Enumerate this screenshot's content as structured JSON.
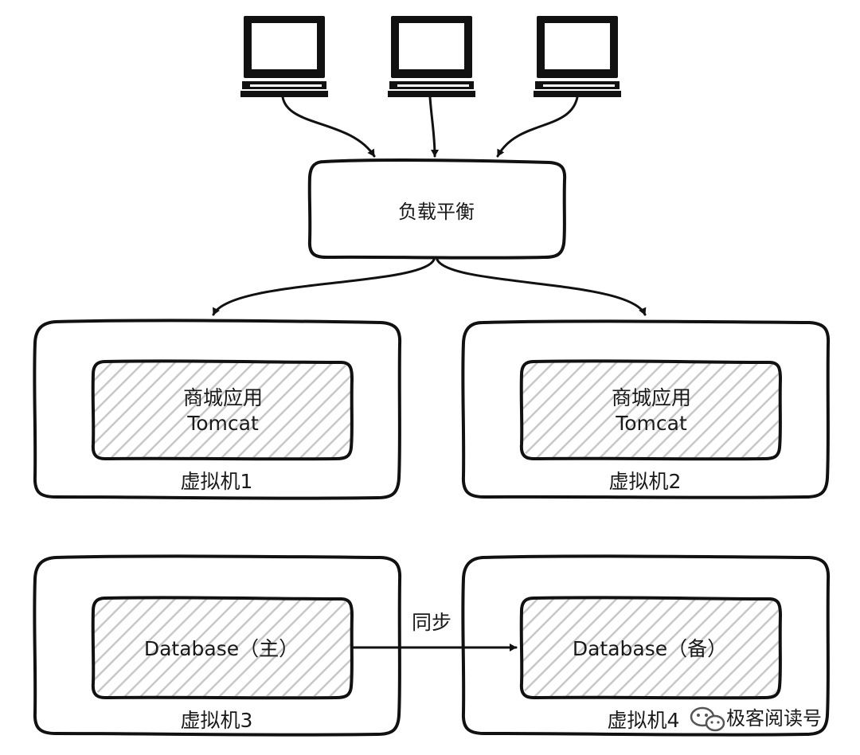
{
  "clients": [
    {
      "name": "client-computer-1",
      "icon": "desktop-computer-icon"
    },
    {
      "name": "client-computer-2",
      "icon": "desktop-computer-icon"
    },
    {
      "name": "client-computer-3",
      "icon": "desktop-computer-icon"
    }
  ],
  "load_balancer": {
    "label": "负载平衡"
  },
  "app_vms": [
    {
      "vm_label": "虚拟机1",
      "app_label": "商城应用",
      "app_sub": "Tomcat"
    },
    {
      "vm_label": "虚拟机2",
      "app_label": "商城应用",
      "app_sub": "Tomcat"
    }
  ],
  "db_vms": [
    {
      "vm_label": "虚拟机3",
      "db_label": "Database（主）"
    },
    {
      "vm_label": "虚拟机4",
      "db_label": "Database（备）"
    }
  ],
  "sync": {
    "label": "同步"
  },
  "watermark": {
    "text": "极客阅读号",
    "icon": "wechat-icon"
  },
  "colors": {
    "stroke": "#111111",
    "hatch": "#c8c8c8",
    "text": "#1a1a1a"
  }
}
